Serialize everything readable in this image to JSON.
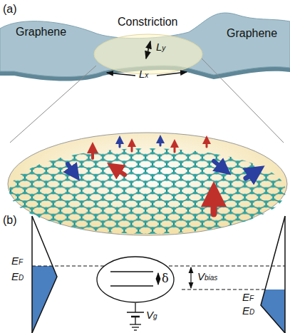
{
  "diagram": {
    "nodes": [
      {
        "text": [
          "δ"
        ]
      }
    ],
    "labels": [
      "(a)",
      "Graphene",
      "Constriction",
      "Graphene",
      "Ly",
      "Lx",
      "(b)",
      "EF",
      "ED",
      "Vbias",
      "EF",
      "ED",
      "Vg"
    ]
  }
}
